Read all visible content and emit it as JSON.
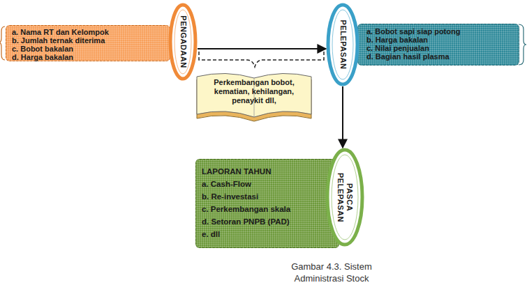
{
  "diagram": {
    "caption": "Gambar 4.3. Sistem Administrasi Stock",
    "nodes": [
      {
        "text": [
          "a. Nama RT dan Kelompok",
          "b. Jumlah ternak diterima",
          "c. Bobot bakalan",
          "d. Harga bakalan"
        ]
      },
      {
        "text": [
          "PENGADAAN"
        ]
      },
      {
        "text": [
          "Perkembangan bobot, kematian, kehilangan, penaykit dll,"
        ]
      },
      {
        "text": [
          "PELEPASAN"
        ]
      },
      {
        "text": [
          "a. Bobot sapi siap potong",
          "b. Harga bakalan",
          "c. Nilai penjualan",
          "d. Bagian hasil plasma"
        ]
      },
      {
        "text": [
          "LAPORAN TAHUN",
          "a. Cash-Flow",
          "b. Re-investasi",
          "c. Perkembangan skala",
          "d. Setoran PNPB (PAD)",
          "e. dll"
        ]
      },
      {
        "text": [
          "PASCA PELEPASAN"
        ]
      }
    ],
    "edges": [
      {
        "from": 1,
        "to": 3,
        "arrow": "to"
      },
      {
        "from": 3,
        "to": 6,
        "arrow": "to"
      }
    ]
  }
}
